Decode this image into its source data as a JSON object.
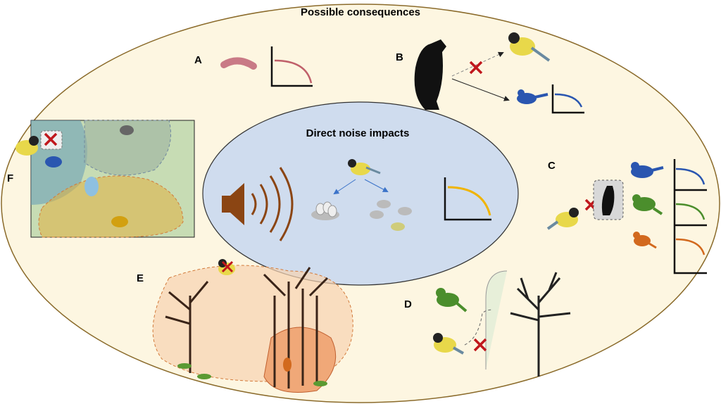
{
  "outer_title": "Possible consequences",
  "inner_title": "Direct noise impacts",
  "panels": {
    "a": "A",
    "b": "B",
    "c": "C",
    "d": "D",
    "e": "E",
    "f": "F"
  },
  "colors": {
    "outer_fill": "#fdf6e1",
    "outer_stroke": "#8a6a2a",
    "inner_fill": "#cfdcee",
    "speaker": "#8b4513",
    "cross": "#c0171c",
    "blue_bird": "#2a56b0",
    "green_bird": "#4b8e2c",
    "orange_bird": "#d2691e",
    "decline_curve": "#f0b400"
  }
}
